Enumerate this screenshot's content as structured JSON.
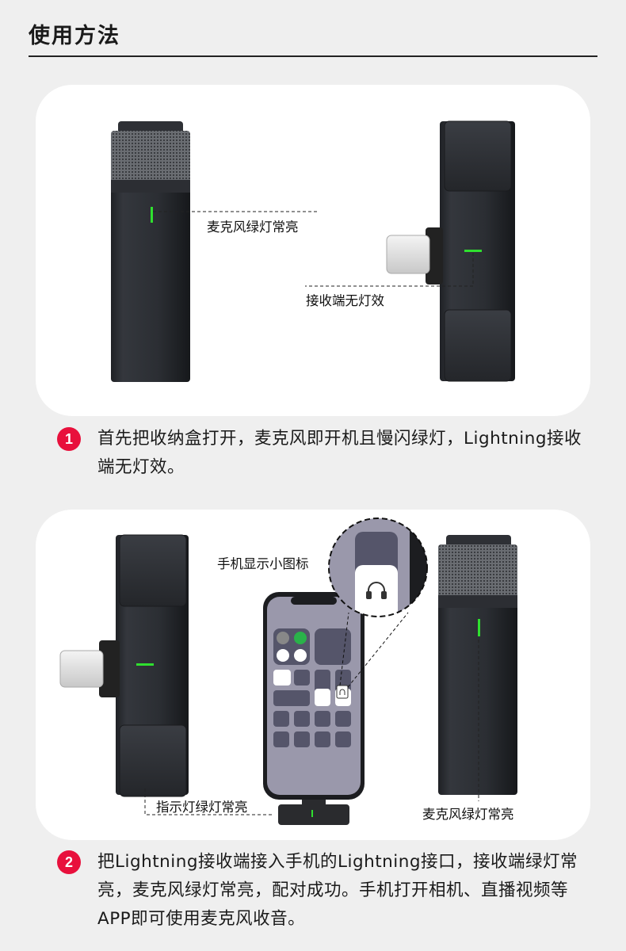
{
  "header": {
    "title": "使用方法"
  },
  "panel1": {
    "label_mic": "麦克风绿灯常亮",
    "label_receiver": "接收端无灯效"
  },
  "panel2": {
    "label_phone_icon": "手机显示小图标",
    "label_indicator": "指示灯绿灯常亮",
    "label_mic": "麦克风绿灯常亮"
  },
  "steps": [
    {
      "number": "1",
      "text": "首先把收纳盒打开，麦克风即开机且慢闪绿灯，Lightning接收端无灯效。"
    },
    {
      "number": "2",
      "text": "把Lightning接收端接入手机的Lightning接口，接收端绿灯常亮，麦克风绿灯常亮，配对成功。手机打开相机、直播视频等APP即可使用麦克风收音。"
    }
  ],
  "colors": {
    "accent": "#e8103c",
    "led": "#2fe02f",
    "device": "#2a2c30"
  }
}
